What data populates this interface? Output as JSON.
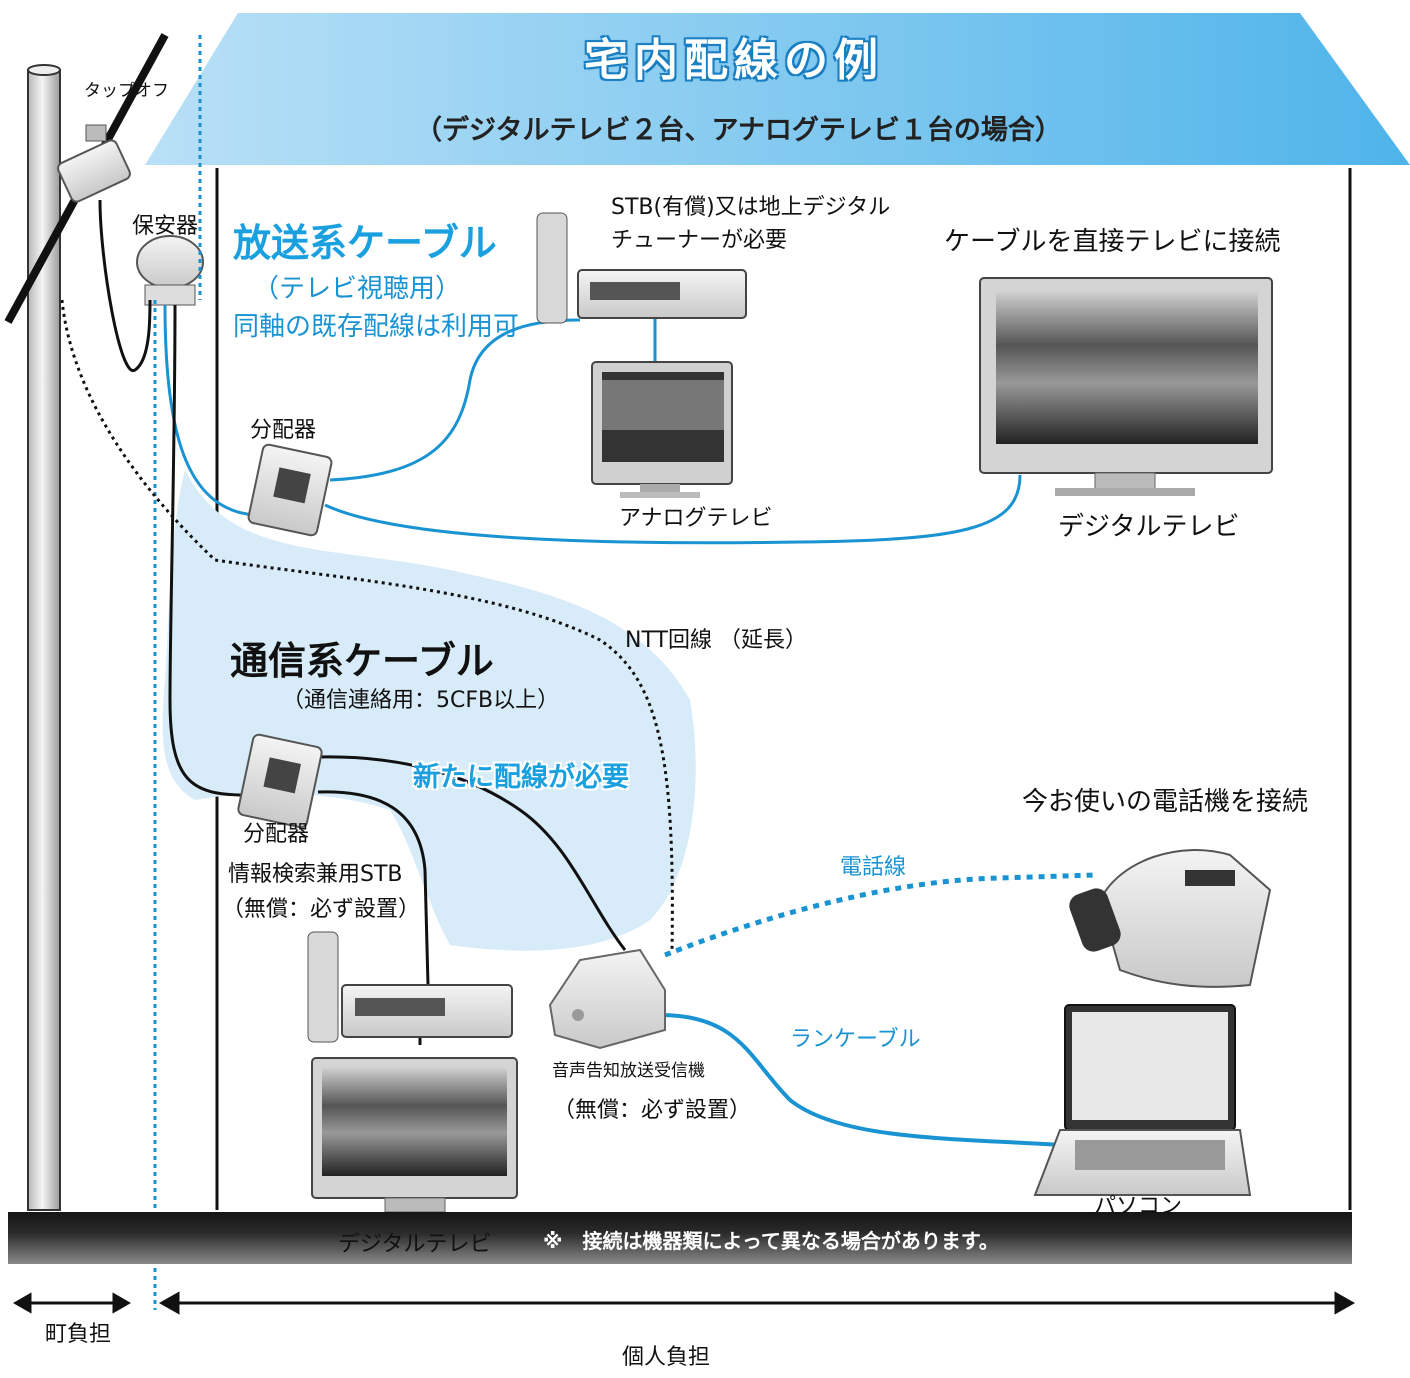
{
  "header": {
    "title": "宅内配線の例",
    "subtitle": "（デジタルテレビ２台、アナログテレビ１台の場合）"
  },
  "labels": {
    "tap_off": "タップオフ",
    "protector": "保安器",
    "broadcast_cable_title": "放送系ケーブル",
    "broadcast_cable_sub1": "（テレビ視聴用）",
    "broadcast_cable_sub2": "同軸の既存配線は利用可",
    "stb_required_1": "STB(有償)又は地上デジタル",
    "stb_required_2": "チューナーが必要",
    "direct_connect": "ケーブルを直接テレビに接続",
    "splitter_top": "分配器",
    "analog_tv": "アナログテレビ",
    "digital_tv_right": "デジタルテレビ",
    "ntt_line": "NTT回線 （延長）",
    "comm_cable_title": "通信系ケーブル",
    "comm_cable_sub": "（通信連絡用：5CFB以上）",
    "new_wiring": "新たに配線が必要",
    "splitter_bottom": "分配器",
    "info_stb_1": "情報検索兼用STB",
    "info_stb_2": "（無償：必ず設置）",
    "phone_connect": "今お使いの電話機を接続",
    "phone_line": "電話線",
    "lan_cable": "ランケーブル",
    "receiver_1": "音声告知放送受信機",
    "receiver_2": "（無償：必ず設置）",
    "digital_tv_bottom": "デジタルテレビ",
    "pc": "パソコン",
    "note": "※　接続は機器類によって異なる場合があります。",
    "town_burden": "町負担",
    "personal_burden": "個人負担"
  },
  "colors": {
    "roof": "#7cc8ef",
    "cable_blue": "#1a93d2",
    "shade": "#d7ebf8",
    "ground": "#222222"
  }
}
